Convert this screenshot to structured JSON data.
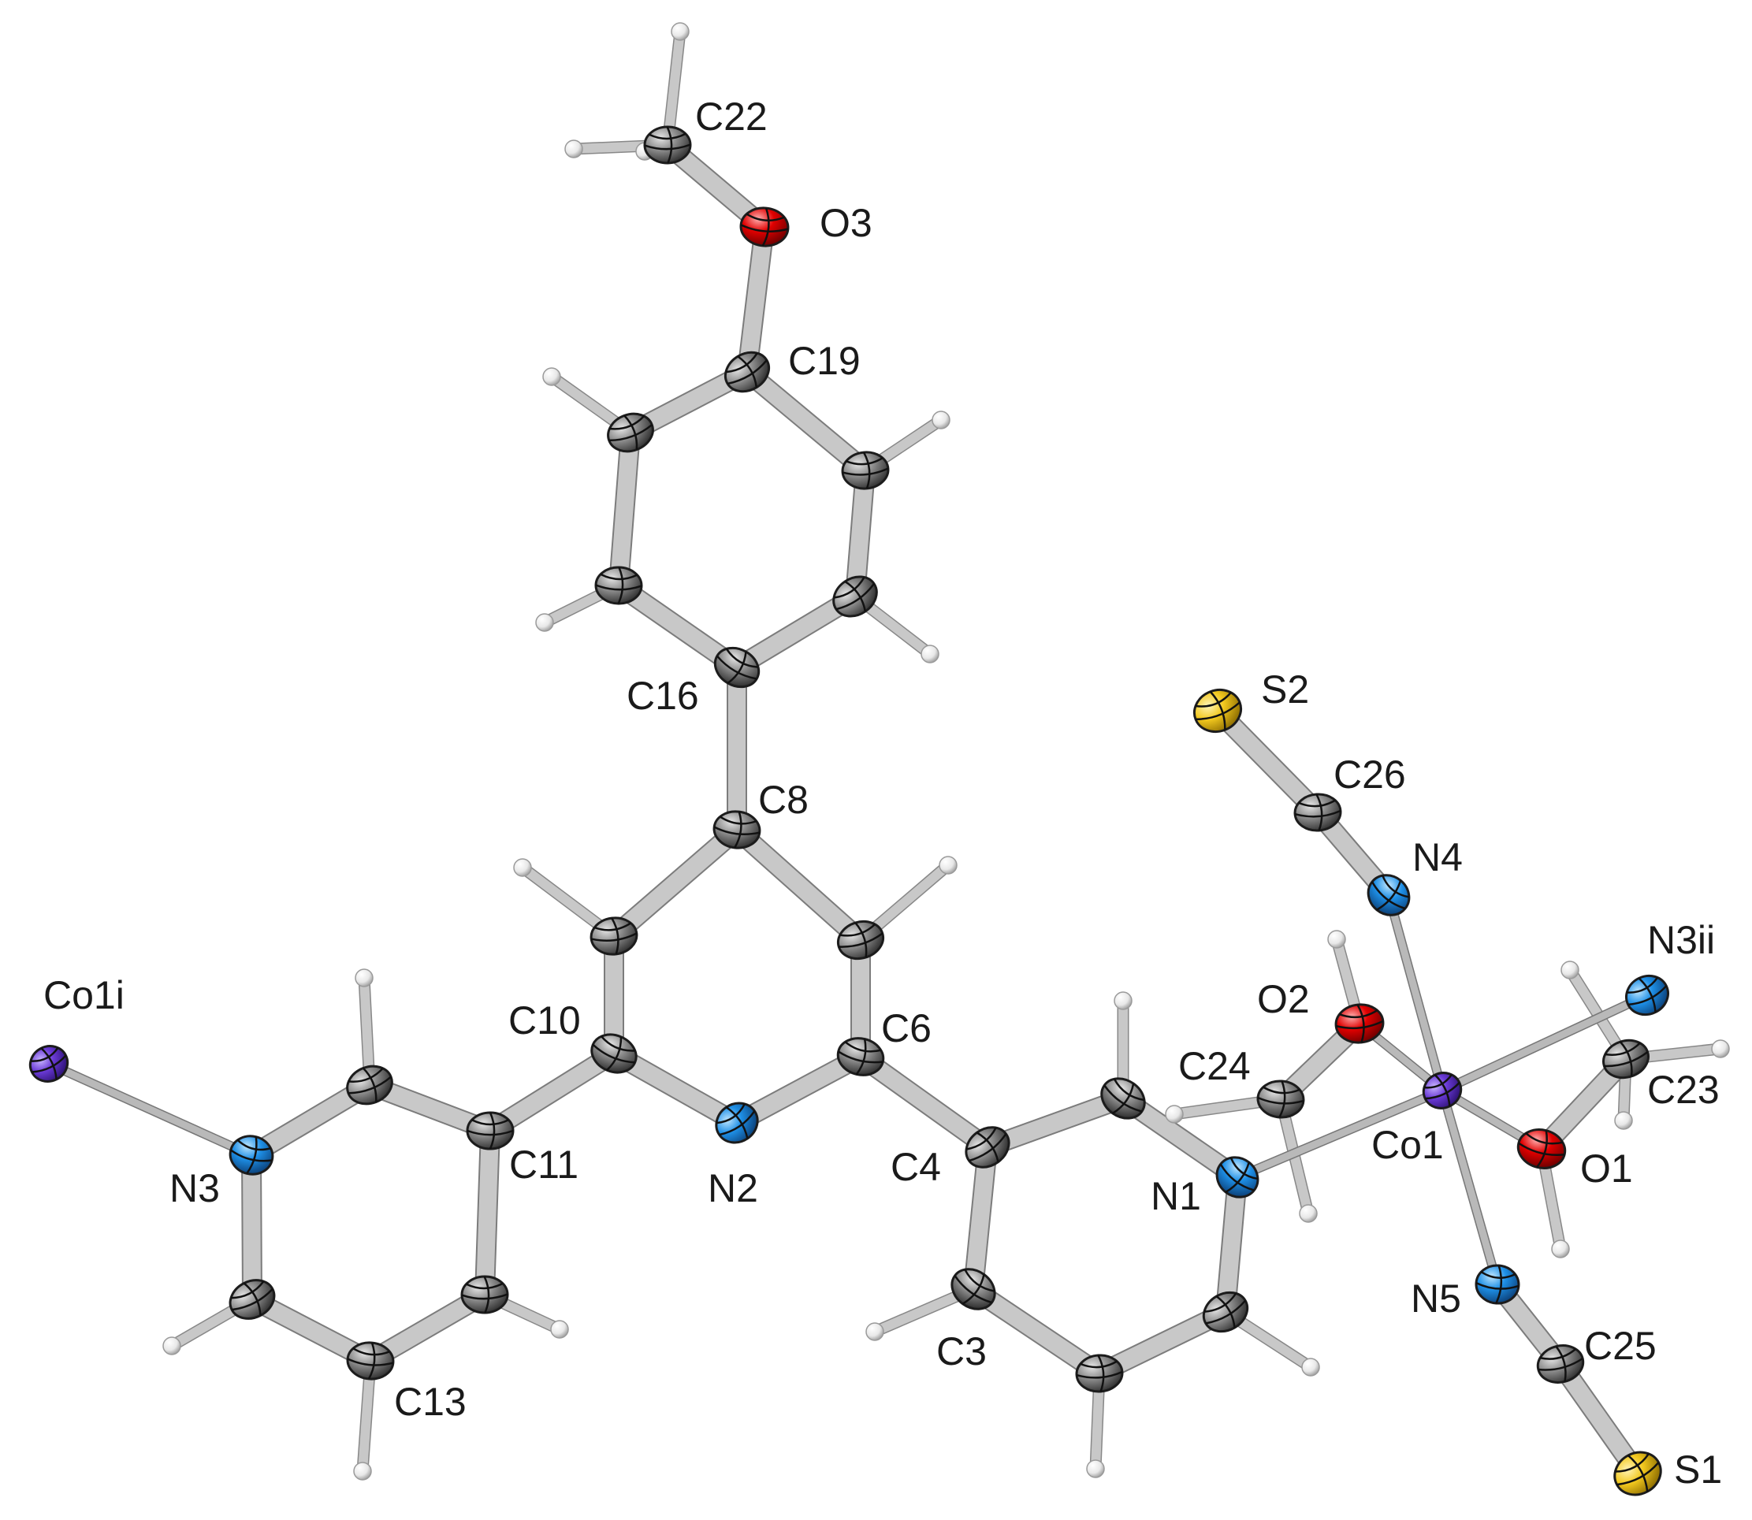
{
  "figure": {
    "labels": [
      {
        "text": "C22",
        "atom": "C22"
      },
      {
        "text": "O3",
        "atom": "O3"
      },
      {
        "text": "C19",
        "atom": "C19"
      },
      {
        "text": "C16",
        "atom": "C16"
      },
      {
        "text": "C8",
        "atom": "C8"
      },
      {
        "text": "C10",
        "atom": "C10"
      },
      {
        "text": "C6",
        "atom": "C6"
      },
      {
        "text": "N2",
        "atom": "N2"
      },
      {
        "text": "C11",
        "atom": "C11"
      },
      {
        "text": "C4",
        "atom": "C4"
      },
      {
        "text": "N3",
        "atom": "N3"
      },
      {
        "text": "Co1i",
        "atom": "Co1i"
      },
      {
        "text": "C13",
        "atom": "C13"
      },
      {
        "text": "C3",
        "atom": "C3"
      },
      {
        "text": "N1",
        "atom": "N1"
      },
      {
        "text": "C24",
        "atom": "C24"
      },
      {
        "text": "O2",
        "atom": "O2"
      },
      {
        "text": "Co1",
        "atom": "Co1"
      },
      {
        "text": "N4",
        "atom": "N4"
      },
      {
        "text": "C26",
        "atom": "C26"
      },
      {
        "text": "S2",
        "atom": "S2"
      },
      {
        "text": "N3ii",
        "atom": "N3ii"
      },
      {
        "text": "C23",
        "atom": "C23"
      },
      {
        "text": "O1",
        "atom": "O1"
      },
      {
        "text": "N5",
        "atom": "N5"
      },
      {
        "text": "C25",
        "atom": "C25"
      },
      {
        "text": "S1",
        "atom": "S1"
      }
    ],
    "element_colors": {
      "C": "#8a8a8a",
      "H": "#f2f2f2",
      "N": "#1e8fe6",
      "O": "#e00000",
      "S": "#f2c81e",
      "Co": "#6a3ad6"
    },
    "bond_color": "#c8c8c8"
  }
}
